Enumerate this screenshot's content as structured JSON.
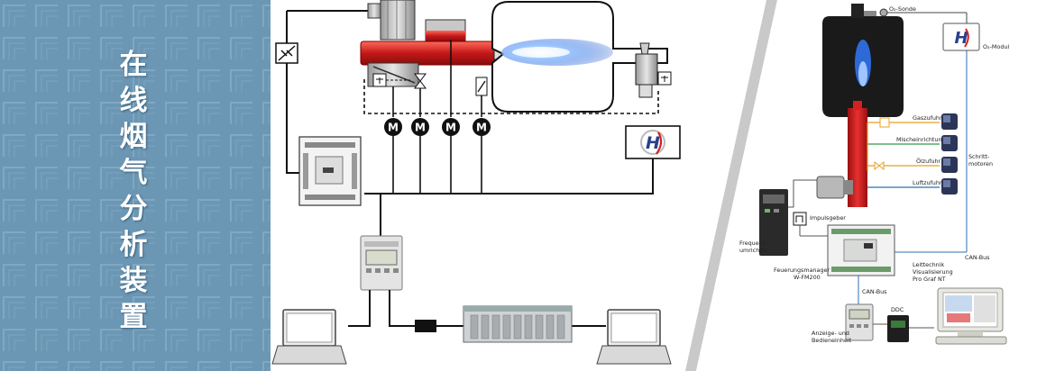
{
  "banner": {
    "title_chars": [
      "在",
      "线",
      "烟",
      "气",
      "分",
      "析",
      "装",
      "置"
    ]
  },
  "left_diagram": {
    "motor_label": "M",
    "analyzer_logo": "H"
  },
  "right_diagram": {
    "labels": {
      "o2_sonde": "O₂-Sonde",
      "o2_modul": "O₂-Modul",
      "gaszufuhr": "Gaszufuhr",
      "mischeinrichtung": "Mischeinrichtung",
      "olzufuhr": "Ölzufuhr",
      "luftzufuhr": "Luftzufuhr",
      "schrittmotoren_1": "Schritt-",
      "schrittmotoren_2": "motoren",
      "impulsgeber": "Impulsgeber",
      "frequenz_1": "Frequenz-",
      "frequenz_2": "umrichter",
      "feuerungsmanager_1": "Feuerungsmanager",
      "feuerungsmanager_2": "W-FM200",
      "can_bus_1": "CAN-Bus",
      "can_bus_2": "CAN-Bus",
      "leittechnik_1": "Leittechnik",
      "leittechnik_2": "Visualisierung",
      "leittechnik_3": "Pro Graf NT",
      "ddc": "DDC",
      "anzeige_1": "Anzeige- und",
      "anzeige_2": "Bedieneinheit"
    },
    "logo": "H"
  },
  "colors": {
    "banner_bg": "#6b97b4",
    "burner_red": "#d42020",
    "flame_blue": "#3a6fd8",
    "gas_line": "#e8a020",
    "can_bus_line": "#2f6fb0"
  }
}
